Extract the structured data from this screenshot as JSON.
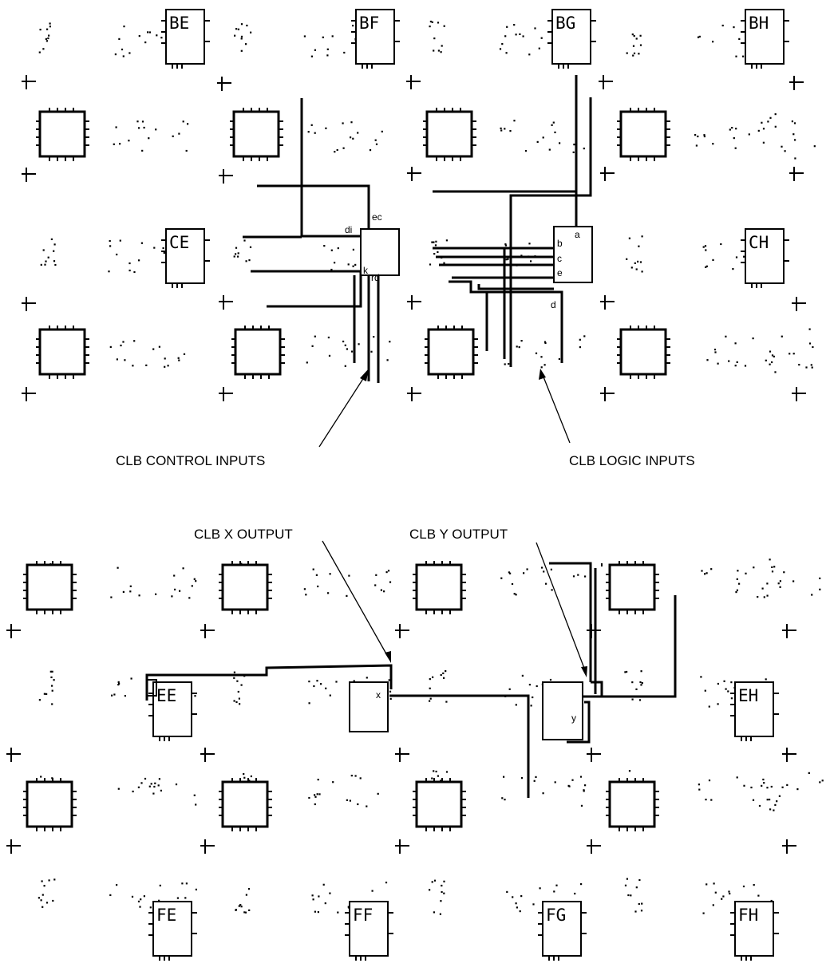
{
  "top_panel": {
    "clb_labels": [
      "BE",
      "BF",
      "BG",
      "BH",
      "CE",
      "CH"
    ],
    "control_block_pins": {
      "di": "di",
      "ec": "ec",
      "k": "k",
      "rd": "rd"
    },
    "logic_block_pins": {
      "a": "a",
      "b": "b",
      "c": "c",
      "e": "e",
      "d": "d"
    },
    "callout_control": "CLB CONTROL INPUTS",
    "callout_logic": "CLB LOGIC INPUTS"
  },
  "bottom_panel": {
    "clb_labels": [
      "EE",
      "EH",
      "FE",
      "FF",
      "FG",
      "FH"
    ],
    "x_block_pin": "x",
    "y_block_pin": "y",
    "callout_x": "CLB X OUTPUT",
    "callout_y": "CLB Y OUTPUT"
  }
}
